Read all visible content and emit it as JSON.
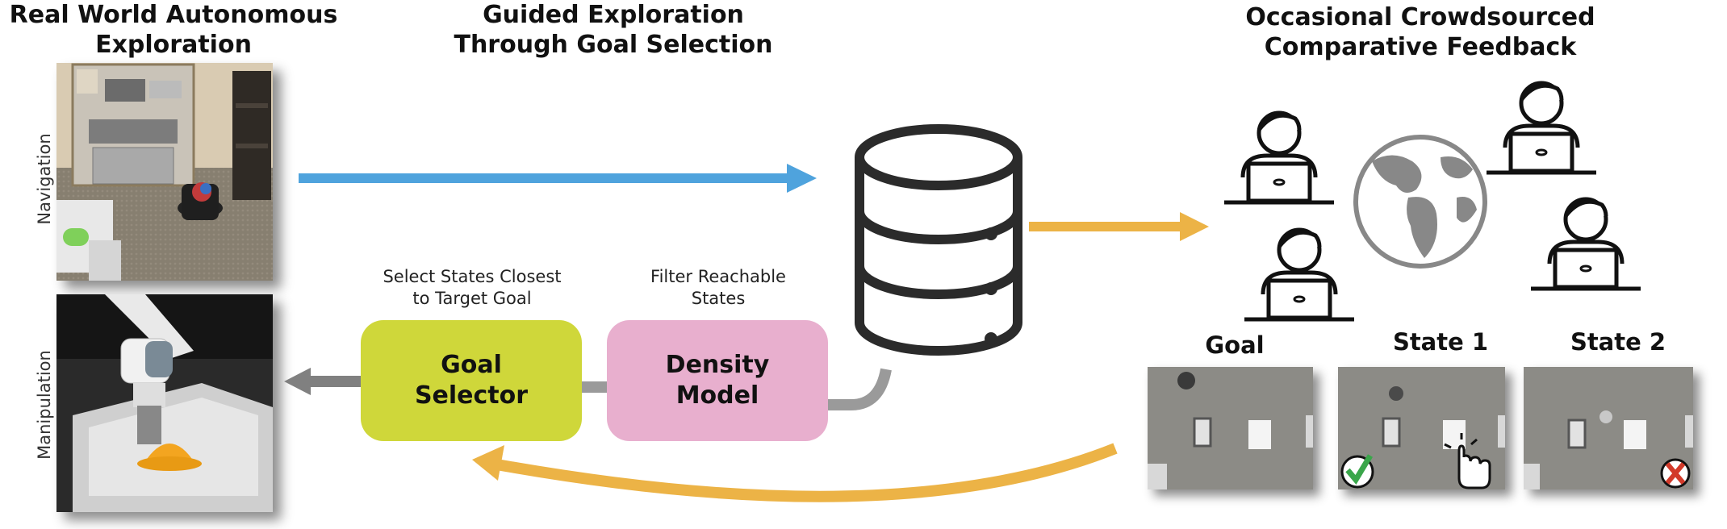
{
  "headings": {
    "left_line1": "Real World Autonomous",
    "left_line2": "Exploration",
    "middle_line1": "Guided Exploration",
    "middle_line2": "Through Goal Selection",
    "right_line1": "Occasional Crowdsourced",
    "right_line2": "Comparative Feedback"
  },
  "side_labels": {
    "navigation": "Navigation",
    "manipulation": "Manipulation"
  },
  "captions": {
    "selector_line1": "Select States Closest",
    "selector_line2": "to Target Goal",
    "density_line1": "Filter Reachable",
    "density_line2": "States"
  },
  "boxes": {
    "goal_selector_line1": "Goal",
    "goal_selector_line2": "Selector",
    "density_model_line1": "Density",
    "density_model_line2": "Model"
  },
  "thumbnails": {
    "goal": "Goal",
    "state1": "State 1",
    "state2": "State 2"
  },
  "colors": {
    "blue_arrow": "#4fa3dd",
    "orange_arrow": "#ecb346",
    "gray_arrow": "#808080",
    "goal_selector": "#cfd73a",
    "density_model": "#e8afce",
    "check": "#3aa64a",
    "cross": "#d23a2a"
  },
  "icons": [
    "database-icon",
    "globe-icon",
    "person-laptop-icon",
    "checkmark-icon",
    "cross-icon",
    "pointer-hand-icon"
  ]
}
